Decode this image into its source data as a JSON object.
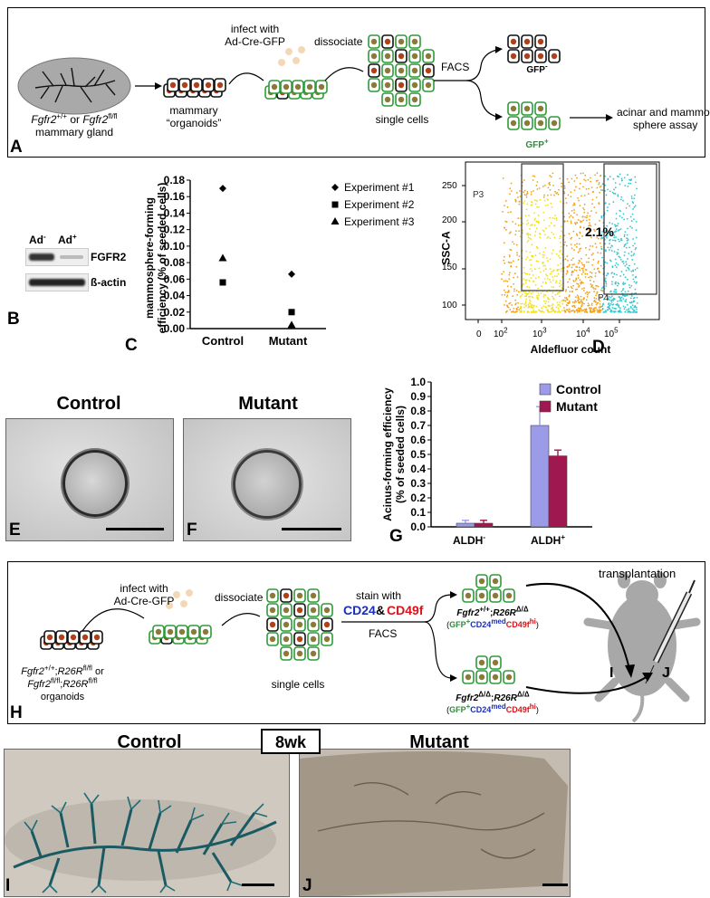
{
  "panelA": {
    "letter": "A",
    "gland_label_html": "<i>Fgfr2</i><sup>+/+</sup> or <i>Fgfr2</i><sup>fl/fl</sup>",
    "gland_label2": "mammary gland",
    "organoids_label1": "mammary",
    "organoids_label2": "“organoids”",
    "infect1": "infect with",
    "infect2": "Ad-Cre-GFP",
    "dissociate": "dissociate",
    "single_cells": "single cells",
    "facs": "FACS",
    "gfp_neg_html": "GFP<sup>-</sup>",
    "gfp_pos_html": "GFP<sup>+</sup>",
    "assay1": "acinar and mammo-",
    "assay2": "sphere assay"
  },
  "panelB": {
    "letter": "B",
    "col1_html": "Ad<sup>-</sup>",
    "col2_html": "Ad<sup>+</sup>",
    "band1": "FGFR2",
    "band2": "ß-actin"
  },
  "panelC": {
    "letter": "C",
    "ylabel1": "mammosphere-forming",
    "ylabel2": "efficiency (% of seeded cells)",
    "legend": [
      "Experiment #1",
      "Experiment #2",
      "Experiment #3"
    ]
  },
  "panelD": {
    "letter": "D",
    "ylabel": "SSC-A",
    "xlabel": "Aldefluor count",
    "gate1": "P3",
    "gate2": "P4",
    "percent": "2.1%",
    "ytick_labels": [
      "250",
      "200",
      "150",
      "100"
    ],
    "xtick_labels_html": [
      "0",
      "10<sup>2</sup>",
      "10<sup>3</sup>",
      "10<sup>4</sup>",
      "10<sup>5</sup>"
    ]
  },
  "panelE": {
    "letter": "E",
    "title": "Control"
  },
  "panelF": {
    "letter": "F",
    "title": "Mutant"
  },
  "panelG": {
    "letter": "G",
    "ylabel1": "Acinus-forming efficiency",
    "ylabel2": "(% of seeded cells)"
  },
  "panelH": {
    "letter": "H",
    "infect1": "infect with",
    "infect2": "Ad-Cre-GFP",
    "dissociate": "dissociate",
    "single_cells": "single cells",
    "stain": "stain with",
    "cd24": "CD24",
    "amp": "&",
    "cd49f": "CD49f",
    "facs": "FACS",
    "org1_html": "<i>Fgfr2</i><sup>+/+</sup>;<i>R26R</i><sup>fl/fl</sup> or",
    "org2_html": "<i>Fgfr2</i><sup>fl/fl</sup>;<i>R26R</i><sup>fl/fl</sup>",
    "org3": "organoids",
    "top_geno_html": "<b><i>Fgfr2</i><sup>+/+</sup>;<i>R26R</i><sup>Δ/Δ</sup></b>",
    "top_sort_html": "(<b style=\"color:#2e8b3a\">GFP<sup>+</sup></b><b style=\"color:#1a2fb5\">CD24<sup>med</sup></b><b style=\"color:#d8141c\">CD49f<sup>hi</sup></b>)",
    "bot_geno_html": "<b><i>Fgfr2</i><sup>Δ/Δ</sup>;<i>R26R</i><sup>Δ/Δ</sup></b>",
    "bot_sort_html": "(<b style=\"color:#2e8b3a\">GFP<sup>+</sup></b><b style=\"color:#1a2fb5\">CD24<sup>med</sup></b><b style=\"color:#d8141c\">CD49f<sup>hi</sup></b>)",
    "transplantation": "transplantation",
    "I": "I",
    "J": "J"
  },
  "bottom": {
    "control": "Control",
    "mutant": "Mutant",
    "age": "8wk",
    "I": "I",
    "J": "J"
  },
  "chart_data": [
    {
      "type": "scatter",
      "panel": "C",
      "categories": [
        "Control",
        "Mutant"
      ],
      "series": [
        {
          "name": "Experiment #1",
          "marker": "diamond",
          "values": [
            0.17,
            0.066
          ]
        },
        {
          "name": "Experiment #2",
          "marker": "square",
          "values": [
            0.056,
            0.02
          ]
        },
        {
          "name": "Experiment #3",
          "marker": "triangle",
          "values": [
            0.085,
            0.004
          ]
        }
      ],
      "ylim": [
        0,
        0.18
      ],
      "yticks": [
        0.0,
        0.02,
        0.04,
        0.06,
        0.08,
        0.1,
        0.12,
        0.14,
        0.16,
        0.18
      ],
      "ytick_labels": [
        "0.00",
        "0.02",
        "0.04",
        "0.06",
        "0.08",
        "0.10",
        "0.12",
        "0.14",
        "0.16",
        "0.18"
      ],
      "ylabel": "mammosphere-forming efficiency (% of seeded cells)",
      "legend_position": "right"
    },
    {
      "type": "bar",
      "panel": "G",
      "categories": [
        "ALDH-",
        "ALDH+"
      ],
      "category_labels_html": [
        "ALDH<sup>-</sup>",
        "ALDH<sup>+</sup>"
      ],
      "series": [
        {
          "name": "Control",
          "color": "#9b9be8",
          "values": [
            0.025,
            0.7
          ],
          "errors": [
            0.02,
            0.13
          ]
        },
        {
          "name": "Mutant",
          "color": "#a01850",
          "values": [
            0.025,
            0.49
          ],
          "errors": [
            0.02,
            0.04
          ]
        }
      ],
      "ylim": [
        0,
        1.0
      ],
      "yticks": [
        0.0,
        0.1,
        0.2,
        0.3,
        0.4,
        0.5,
        0.6,
        0.7,
        0.8,
        0.9,
        1.0
      ],
      "ytick_labels": [
        "0.0",
        "0.1",
        "0.2",
        "0.3",
        "0.4",
        "0.5",
        "0.6",
        "0.7",
        "0.8",
        "0.9",
        "1.0"
      ],
      "ylabel": "Acinus-forming efficiency (% of seeded cells)",
      "legend_position": "top-right"
    }
  ]
}
